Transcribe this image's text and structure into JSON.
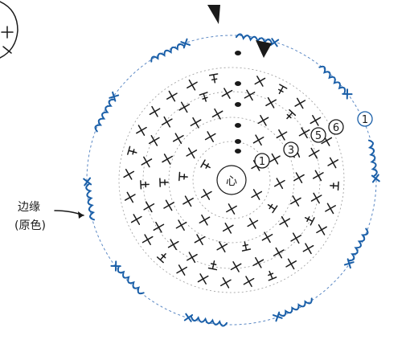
{
  "center_label": "心",
  "edge_label_line1": "边缘",
  "edge_label_line2": "(原色)",
  "round_markers": [
    "1",
    "3",
    "5",
    "6"
  ],
  "edge_round_marker": "1",
  "colors": {
    "inner": "#1a1a1a",
    "edging": "#1a5fa8",
    "guide": "#5b88c4"
  }
}
